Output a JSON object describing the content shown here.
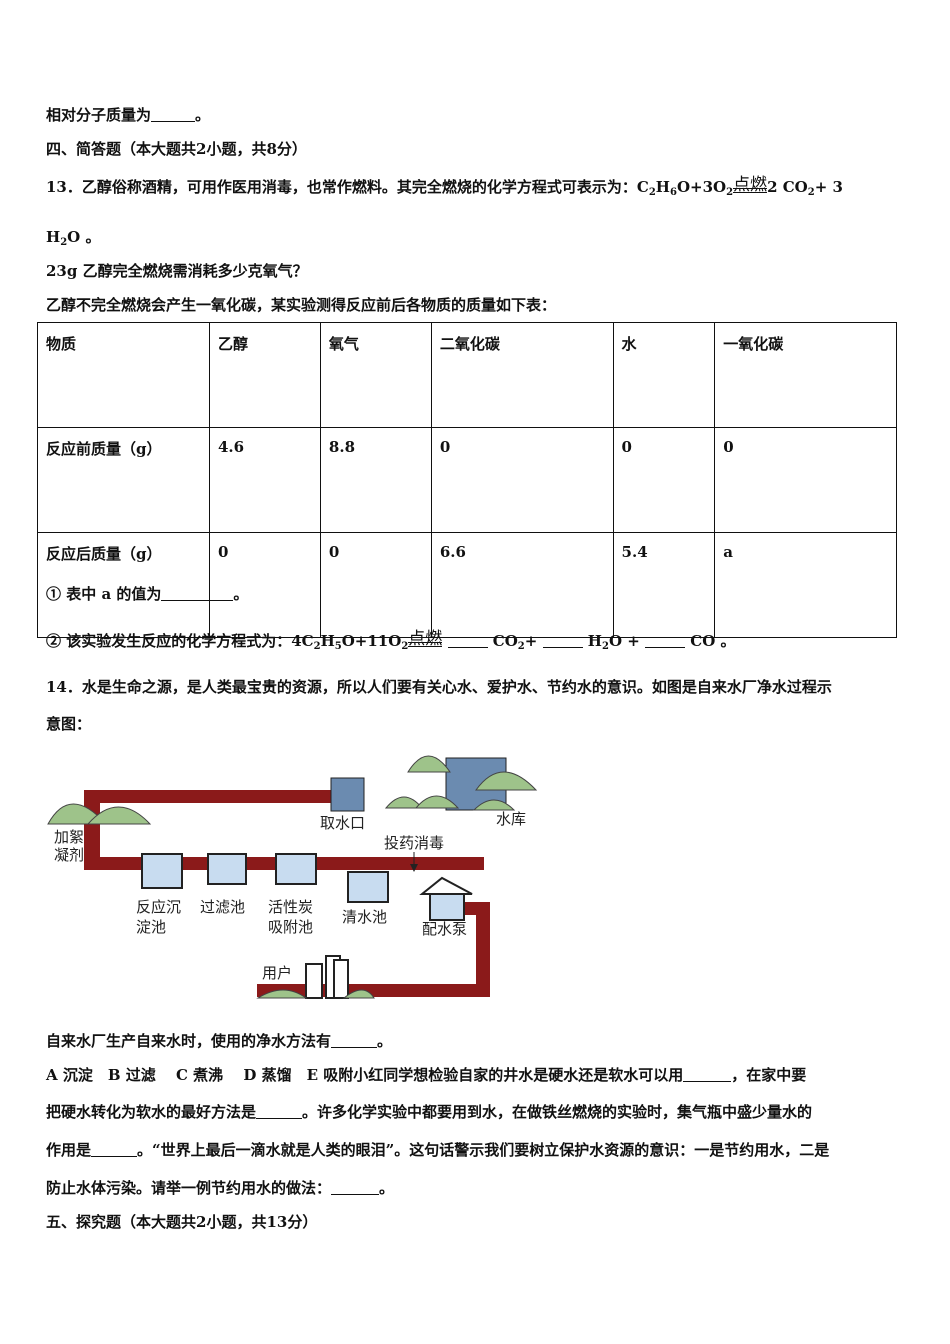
{
  "lines": {
    "l1": "相对分子质量为",
    "l1_end": "。",
    "section4": "四、简答题（本大题共2小题，共8分）",
    "q13_a": "13．乙醇俗称酒精，可用作医用消毒，也常作燃料。其完全燃烧的化学方程式可表示为：C",
    "q13_h": "H",
    "q13_o": "O+3O",
    "q13_rhs": "2 CO",
    "q13_rhs2": "+ 3",
    "q13_h2o": "H",
    "q13_h2o_end": "O 。",
    "q13_q1": "23g 乙醇完全燃烧需消耗多少克氧气？",
    "q13_intro": "乙醇不完全燃烧会产生一氧化碳，某实验测得反应前后各物质的质量如下表：",
    "q13_a1": "① 表中 a 的值为",
    "q13_a1_end": "。",
    "q13_a2": "② 该实验发生反应的化学方程式为：4C",
    "q13_a2_h": "H",
    "q13_a2_o": "O+11O",
    "q13_a2_co2": "CO",
    "q13_a2_plus": "+",
    "q13_a2_h2o": "H",
    "q13_a2_o2": "O +",
    "q13_a2_co": "CO 。",
    "cond": "点燃",
    "sub2": "2",
    "sub5": "5",
    "sub6": "6",
    "q14_a": "14．水是生命之源，是人类最宝贵的资源，所以人们要有关心水、爱护水、节约水的意识。如图是自来水厂净水过程示",
    "q14_b": "意图：",
    "q14_c": "自来水厂生产自来水时，使用的净水方法有",
    "q14_c_end": "。",
    "q14_d": "A 沉淀　B 过滤　 C 煮沸　 D 蒸馏　E 吸附小红同学想检验自家的井水是硬水还是软水可以用",
    "q14_d_end": "，在家中要",
    "q14_e": "把硬水转化为软水的最好方法是",
    "q14_e_end": "。许多化学实验中都要用到水，在做铁丝燃烧的实验时，集气瓶中盛少量水的",
    "q14_f": "作用是",
    "q14_f_end": "。“世界上最后一滴水就是人类的眼泪”。这句话警示我们要树立保护水资源的意识：一是节约用水，二是",
    "q14_g": "防止水体污染。请举一例节约用水的做法：",
    "q14_g_end": "。",
    "section5": "五、探究题（本大题共2小题，共13分）"
  },
  "table": {
    "headers": [
      "物质",
      "乙醇",
      "氧气",
      "二氧化碳",
      "水",
      "一氧化碳"
    ],
    "rows": [
      [
        "反应前质量（g）",
        "4.6",
        "8.8",
        "0",
        "0",
        "0"
      ],
      [
        "反应后质量（g）",
        "0",
        "0",
        "6.6",
        "5.4",
        "a"
      ]
    ]
  },
  "diagram": {
    "labels": {
      "intake": "取水口",
      "reservoir": "水库",
      "coagulant1": "加絮",
      "coagulant2": "凝剂",
      "dosing": "投药消毒",
      "sed1": "反应沉",
      "sed2": "淀池",
      "filter": "过滤池",
      "carbon1": "活性炭",
      "carbon2": "吸附池",
      "clear": "清水池",
      "pump": "配水泵",
      "user": "用户"
    }
  },
  "colors": {
    "pipe": "#8b1a1a",
    "tank": "#c8dcf0",
    "tree": "#9ec38a"
  }
}
